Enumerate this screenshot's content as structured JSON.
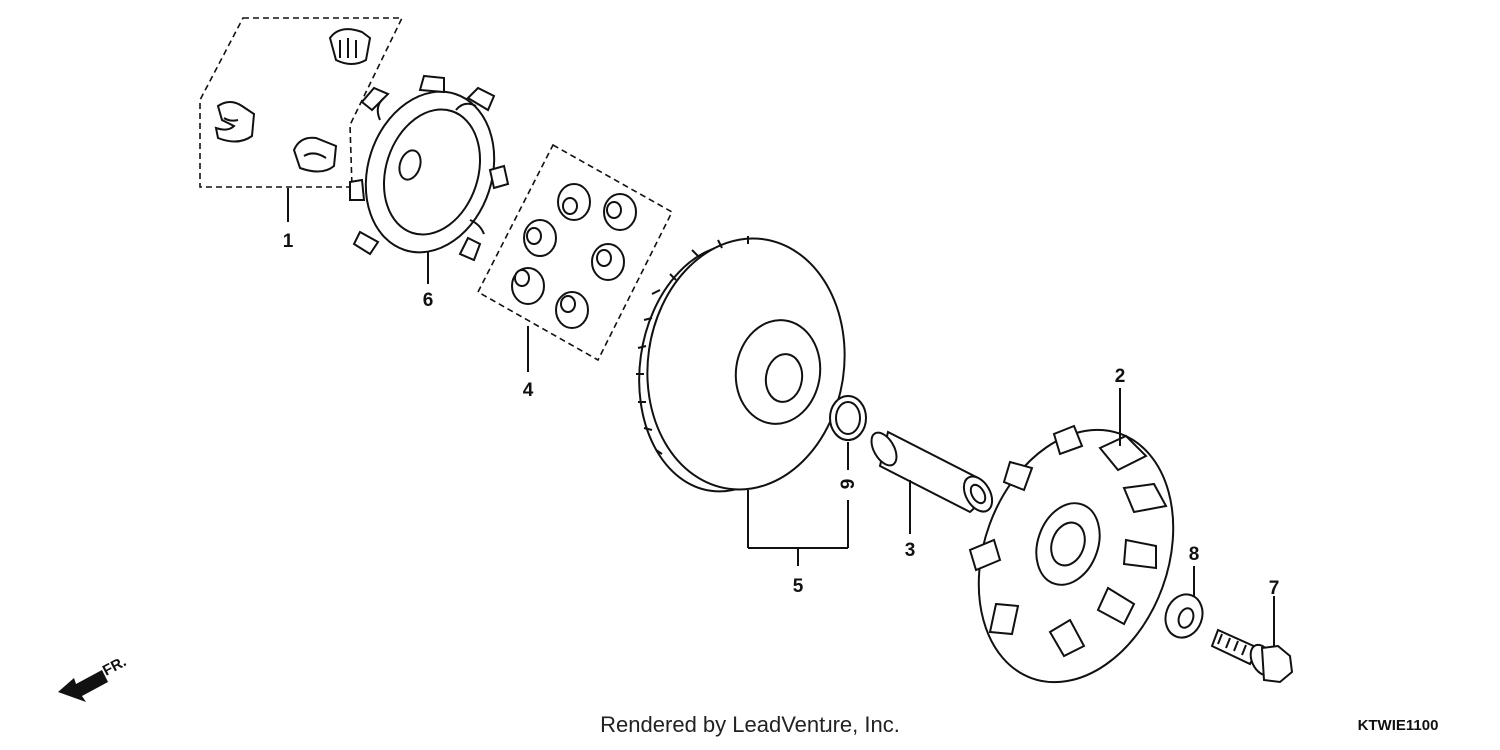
{
  "callouts": {
    "p1": "1",
    "p2": "2",
    "p3": "3",
    "p4": "4",
    "p5": "5",
    "p6": "6",
    "p7": "7",
    "p8": "8",
    "p9": "9"
  },
  "direction_label": "FR.",
  "footer": {
    "credit": "Rendered by LeadVentɹre, Inc.",
    "diagram_code": "KTWIE1100"
  },
  "icons": {
    "direction": "front-direction-arrow-icon"
  },
  "colors": {
    "line": "#111111",
    "background": "#ffffff"
  }
}
